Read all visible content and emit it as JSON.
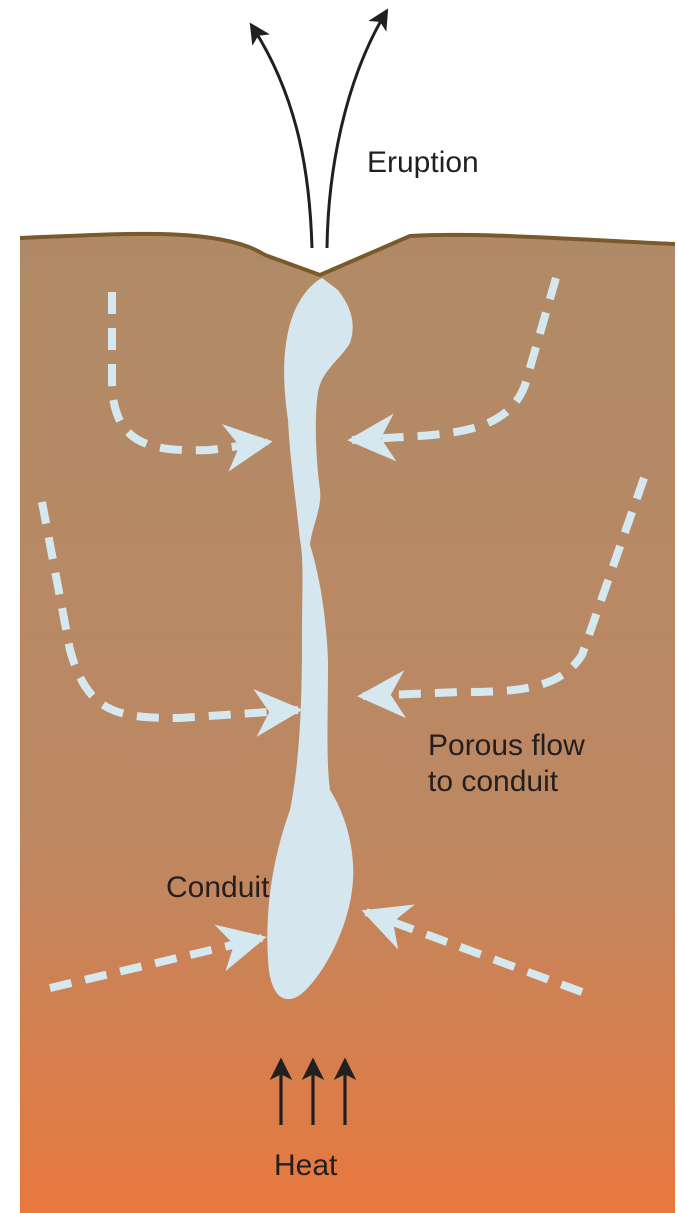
{
  "labels": {
    "eruption": "Eruption",
    "porous_flow_line1": "Porous flow",
    "porous_flow_line2": "to conduit",
    "conduit": "Conduit",
    "heat": "Heat"
  },
  "colors": {
    "ground_top": "#b08a67",
    "ground_bottom": "#e8783e",
    "surface_line": "#7a5a2a",
    "conduit_fill": "#d6e6ee",
    "flow_arrows": "#d6e8ef",
    "ink": "#231f20"
  }
}
